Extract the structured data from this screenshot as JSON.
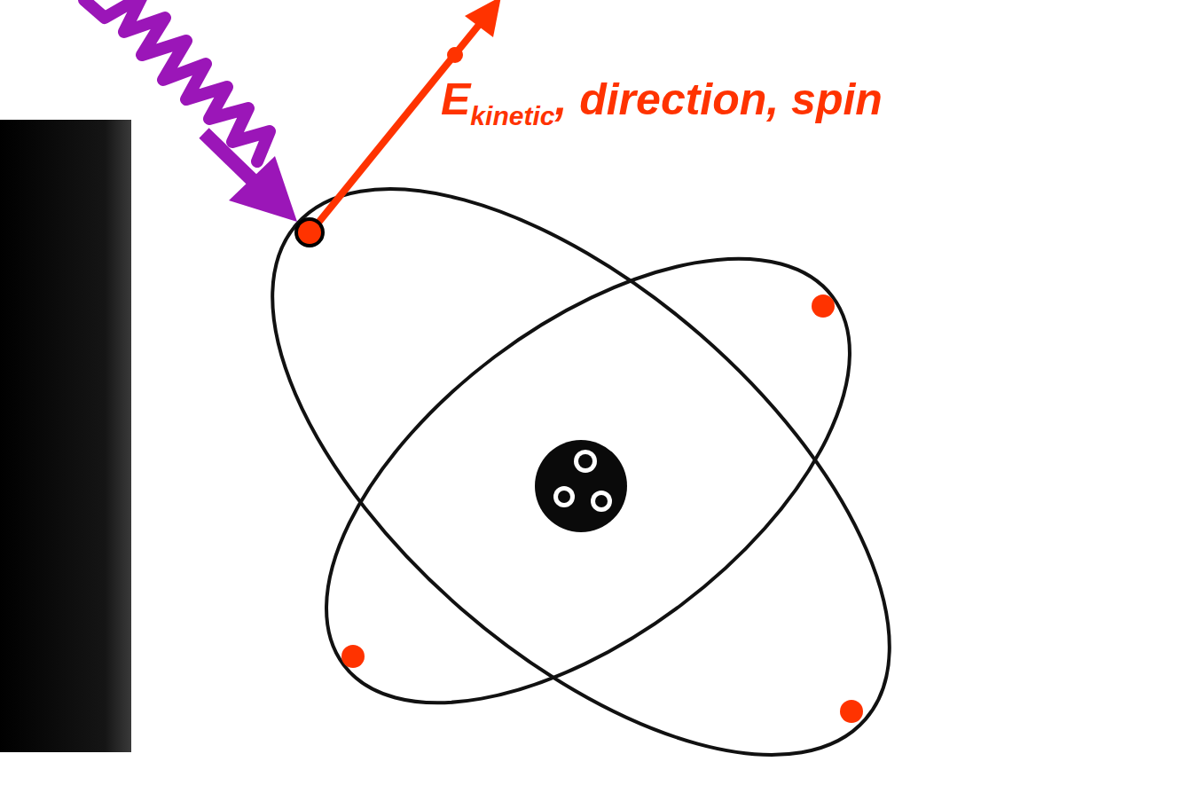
{
  "diagram": {
    "labels": [
      "E",
      "kinetic",
      ", direction, spin"
    ]
  }
}
